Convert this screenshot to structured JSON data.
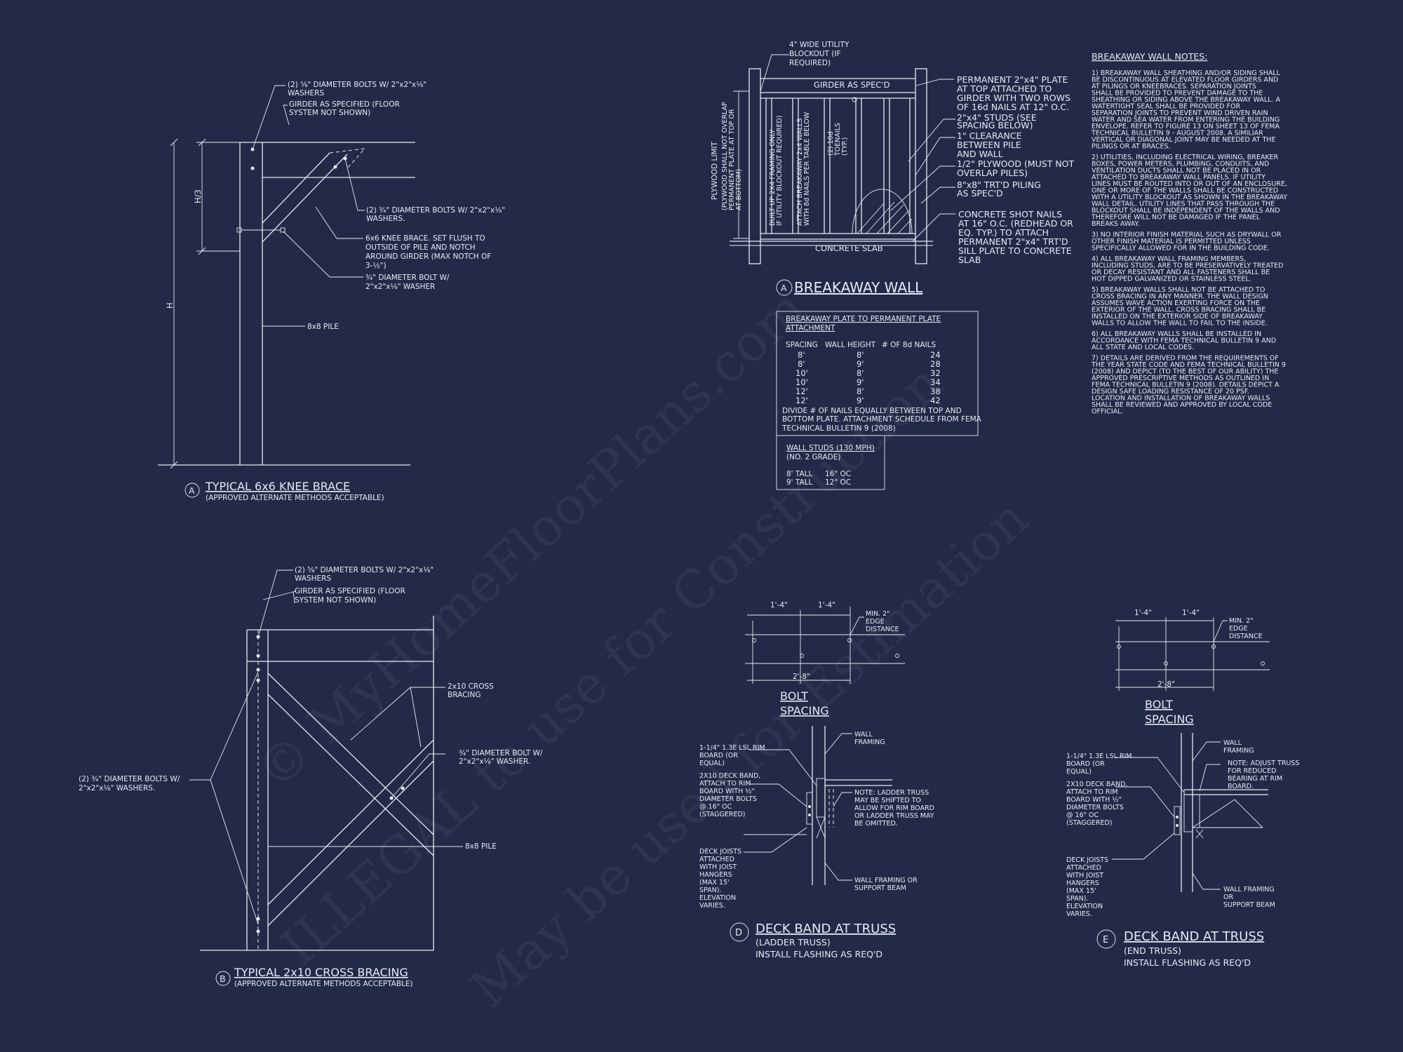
{
  "watermark": {
    "line1": "© MyHomeFloorPlans.com",
    "line2": "ILLEGAL to use for Construction",
    "line3": "May be used for Estimation"
  },
  "knee_brace": {
    "title_marker": "A",
    "title": "TYPICAL 6x6 KNEE BRACE",
    "subtitle": "(APPROVED ALTERNATE METHODS ACCEPTABLE)",
    "notes": [
      "(2) ⅝\" DIAMETER BOLTS W/ 2\"x2\"x⅛\"",
      "WASHERS",
      "GIRDER AS SPECIFIED (FLOOR",
      "SYSTEM NOT SHOWN)",
      "(2) ¾\" DIAMETER BOLTS W/ 2\"x2\"x⅛\"",
      "WASHERS.",
      "6x6 KNEE BRACE. SET FLUSH TO",
      "OUTSIDE OF PILE AND NOTCH",
      "AROUND GIRDER (MAX NOTCH OF",
      "3-½\")",
      "¾\" DIAMETER BOLT W/",
      "2\"x2\"x⅛\" WASHER",
      "8x8 PILE"
    ],
    "dim_h3": "H/3",
    "dim_h": "H"
  },
  "cross_bracing": {
    "title_marker": "B",
    "title": "TYPICAL 2x10 CROSS BRACING",
    "subtitle": "(APPROVED ALTERNATE METHODS ACCEPTABLE)",
    "notes": [
      "(2) ⅝\" DIAMETER BOLTS W/ 2\"x2\"x⅛\"",
      "WASHERS",
      "GIRDER AS SPECIFIED (FLOOR",
      "SYSTEM NOT SHOWN)",
      "2x10 CROSS",
      "BRACING",
      "¾\" DIAMETER BOLT W/",
      "2\"x2\"x⅛\" WASHER.",
      "(2) ¾\" DIAMETER BOLTS W/",
      "2\"x2\"x⅛\" WASHERS.",
      "8x8 PILE"
    ]
  },
  "breakaway_wall": {
    "title_marker": "A",
    "title": "BREAKAWAY WALL",
    "top_notes": [
      "4\" WIDE UTILITY",
      "BLOCKOUT (IF",
      "REQUIRED)"
    ],
    "girder_label": "GIRDER AS SPEC'D",
    "slab_label": "CONCRETE SLAB",
    "right_notes": [
      "PERMANENT 2\"x4\" PLATE",
      "AT TOP ATTACHED TO",
      "GIRDER WITH TWO ROWS",
      "OF 16d NAILS AT 12\" O.C.",
      "2\"x4\" STUDS (SEE",
      "SPACING BELOW)",
      "1\" CLEARANCE",
      "BETWEEN PILE",
      "AND WALL",
      "1/2\" PLYWOOD (MUST NOT",
      "OVERLAP PILES)",
      "8\"x8\" TRT'D PILING",
      "AS SPEC'D",
      "CONCRETE SHOT NAILS",
      "AT 16\" O.C. (REDHEAD OR",
      "EQ. TYP.) TO ATTACH",
      "PERMANENT 2\"x4\" TRT'D",
      "SILL PLATE TO CONCRETE",
      "SLAB"
    ],
    "vertical_notes": {
      "plywood_limit": "PLYWOOD LIMIT",
      "plywood_note_1": "(PLYWOOD SHALL NOT OVERLAP",
      "plywood_note_2": "PERMANENT PLATE AT TOP OR",
      "plywood_note_3": "AT BOTTOM)",
      "built_up_1": "BUILT UP 2X4 FRAMING ONLY",
      "built_up_2": "IF UTILITY BLOCKOUT REQUIRED)",
      "attach_1": "ATTACH BREAKAWAY 2x4 WALLS",
      "attach_2": "WITH 8d NAILS PER TABLE BELOW",
      "toenails_1": "(2) 10d",
      "toenails_2": "TOENAILS",
      "toenails_3": "(TYP.)"
    }
  },
  "plate_table": {
    "title_1": "BREAKAWAY PLATE TO PERMANENT PLATE",
    "title_2": "ATTACHMENT",
    "headers": [
      "SPACING",
      "WALL HEIGHT",
      "# OF 8d NAILS"
    ],
    "rows": [
      [
        "8'",
        "8'",
        "24"
      ],
      [
        "8'",
        "9'",
        "28"
      ],
      [
        "10'",
        "8'",
        "32"
      ],
      [
        "10'",
        "9'",
        "34"
      ],
      [
        "12'",
        "8'",
        "38"
      ],
      [
        "12'",
        "9'",
        "42"
      ]
    ],
    "footer": [
      "DIVIDE # OF NAILS EQUALLY BETWEEN TOP AND",
      "BOTTOM PLATE. ATTACHMENT SCHEDULE FROM FEMA",
      "TECHNICAL BULLETIN 9 (2008)"
    ]
  },
  "studs_table": {
    "title": "WALL STUDS (130 MPH)",
    "subtitle": "(NO. 2 GRADE)",
    "rows": [
      [
        "8' TALL",
        "16\" OC"
      ],
      [
        "9' TALL",
        "12\" OC"
      ]
    ]
  },
  "wall_notes": {
    "title": "BREAKAWAY WALL NOTES:",
    "lines": [
      "1) BREAKAWAY WALL SHEATHING AND/OR SIDING SHALL",
      "BE DISCONTINUOUS AT ELEVATED FLOOR GIRDERS AND",
      "AT PILINGS OR KNEEBRACES. SEPARATION JOINTS",
      "SHALL BE PROVIDED TO PREVENT DAMAGE TO THE",
      "SHEATHING OR SIDING ABOVE THE BREAKAWAY WALL. A",
      "WATERTIGHT SEAL SHALL BE PROVIDED FOR",
      "SEPARATION JOINTS TO PREVENT WIND DRIVEN RAIN",
      "WATER AND SEA WATER FROM ENTERING THE BUILDING",
      "ENVELOPE. REFER TO FIGURE 13 ON SHEET 13 OF FEMA",
      "TECHNICAL BULLETIN 9 - AUGUST 2008. A SIMILIAR",
      "VERTICAL OR DIAGONAL JOINT MAY BE NEEDED AT THE",
      "PILINGS OR AT BRACES.",
      "",
      "2) UTILITIES, INCLUDING ELECTRICAL WIRING, BREAKER",
      "BOXES, POWER METERS, PLUMBING, CONDUITS, AND",
      "VENTILATION DUCTS SHALL NOT BE PLACED IN OR",
      "ATTACHED TO BREAKAWAY WALL PANELS. IF UTILITY",
      "LINES MUST BE ROUTED INTO OR OUT OF AN ENCLOSURE,",
      "ONE OR MORE OF THE WALLS SHALL BE CONSTRUCTED",
      "WITH A UTILITY BLOCKOUT AS SHOWN IN THE BREAKAWAY",
      "WALL DETAIL. UTILITY LINES THAT PASS THROUGH THE",
      "BLOCKOUT SHALL BE INDEPENDENT OF THE WALLS AND",
      "THEREFORE WILL NOT BE DAMAGED IF THE PANEL",
      "BREAKS AWAY.",
      "",
      "3) NO INTERIOR FINISH MATERIAL SUCH AS DRYWALL OR",
      "OTHER FINISH MATERIAL IS PERMITTED UNLESS",
      "SPECIFICALLY ALLOWED FOR IN THE BUILDING CODE.",
      "",
      "4) ALL BREAKAWAY WALL FRAMING MEMBERS,",
      "INCLUDING STUDS, ARE TO BE PRESERVATIVELY TREATED",
      "OR DECAY RESISTANT AND ALL FASTENERS SHALL BE",
      "HOT DIPPED GALVANIZED OR STAINLESS STEEL.",
      "",
      "5) BREAKAWAY WALLS SHALL NOT BE ATTACHED TO",
      "CROSS BRACING IN ANY MANNER. THE WALL DESIGN",
      "ASSUMES WAVE ACTION EXERTING FORCE ON THE",
      "EXTERIOR OF THE WALL. CROSS BRACING SHALL BE",
      "INSTALLED ON THE EXTERIOR SIDE OF BREAKAWAY",
      "WALLS TO ALLOW THE WALL TO FAIL TO THE INSIDE.",
      "",
      "6) ALL BREAKAWAY WALLS SHALL BE INSTALLED IN",
      "ACCORDANCE WITH FEMA TECHNICAL BULLETIN 9 AND",
      "ALL STATE AND LOCAL CODES.",
      "",
      "7) DETAILS ARE DERIVED FROM THE REQUIREMENTS OF",
      "THE YEAR STATE CODE AND FEMA TECHNICAL BULLETIN 9",
      "(2008) AND DEPICT (TO THE BEST OF OUR ABILITY) THE",
      "APPROVED PRESCRIPTIVE METHODS AS OUTLINED IN",
      "FEMA TECHNICAL BULLETIN 9 (2008). DETAILS DEPICT A",
      "DESIGN SAFE LOADING RESISTANCE OF 20 PSF.",
      "LOCATION AND INSTALLATION OF BREAKAWAY WALLS",
      "SHALL BE REVIEWED AND APPROVED BY LOCAL CODE",
      "OFFICIAL."
    ]
  },
  "bolt_spacing_d": {
    "dim_1": "1'-4\"",
    "dim_2": "1'-4\"",
    "dim_total": "2'-8\"",
    "edge_1": "MIN. 2\"",
    "edge_2": "EDGE",
    "edge_3": "DISTANCE",
    "title_1": "BOLT",
    "title_2": "SPACING"
  },
  "bolt_spacing_e": {
    "dim_1": "1'-4\"",
    "dim_2": "1'-4\"",
    "dim_total": "2'-8\"",
    "edge_1": "MIN. 2\"",
    "edge_2": "EDGE",
    "edge_3": "DISTANCE",
    "title_1": "BOLT",
    "title_2": "SPACING"
  },
  "deck_band_d": {
    "title_marker": "D",
    "title": "DECK BAND AT TRUSS",
    "sub_1": "(LADDER TRUSS)",
    "sub_2": "INSTALL FLASHING AS REQ'D",
    "left_notes": [
      "1-1/4\" 1.3E LSL RIM",
      "BOARD (OR",
      "EQUAL)",
      "2X10 DECK BAND,",
      "ATTACH TO RIM",
      "BOARD WITH ½\"",
      "DIAMETER BOLTS",
      "@ 16\" OC",
      "(STAGGERED)",
      "DECK JOISTS",
      "ATTACHED",
      "WITH JOIST",
      "HANGERS",
      "(MAX 15'",
      "SPAN).",
      "ELEVATION",
      "VARIES."
    ],
    "right_notes": [
      "WALL",
      "FRAMING",
      "NOTE: LADDER TRUSS",
      "MAY BE SHIFTED TO",
      "ALLOW FOR RIM BOARD",
      "OR LADDER TRUSS MAY",
      "BE OMITTED.",
      "WALL FRAMING OR",
      "SUPPORT BEAM"
    ]
  },
  "deck_band_e": {
    "title_marker": "E",
    "title": "DECK BAND AT TRUSS",
    "sub_1": "(END TRUSS)",
    "sub_2": "INSTALL FLASHING AS REQ'D",
    "left_notes": [
      "1-1/4\" 1.3E LSL RIM",
      "BOARD (OR",
      "EQUAL)",
      "2X10 DECK BAND,",
      "ATTACH TO RIM",
      "BOARD WITH ½\"",
      "DIAMETER BOLTS",
      "@ 16\" OC",
      "(STAGGERED)",
      "DECK JOISTS",
      "ATTACHED",
      "WITH JOIST",
      "HANGERS",
      "(MAX 15'",
      "SPAN).",
      "ELEVATION",
      "VARIES."
    ],
    "right_notes": [
      "WALL",
      "FRAMING",
      "NOTE: ADJUST TRUSS",
      "FOR REDUCED",
      "BEARING AT RIM",
      "BOARD.",
      "WALL FRAMING",
      "OR",
      "SUPPORT BEAM"
    ]
  }
}
